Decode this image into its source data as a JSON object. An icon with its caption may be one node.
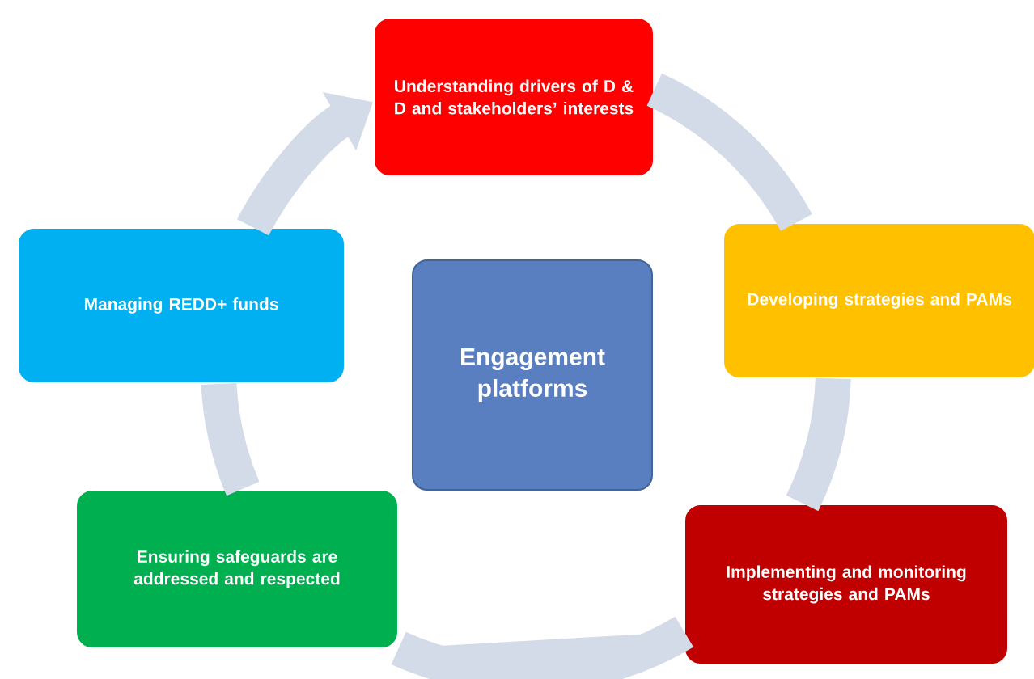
{
  "diagram": {
    "nodes": [
      {
        "text": [
          "Understanding drivers of D & D and stakeholders’ interests"
        ]
      },
      {
        "text": [
          "Managing REDD+ funds"
        ]
      },
      {
        "text": [
          "Engagement platforms"
        ]
      },
      {
        "text": [
          "Developing strategies and PAMs"
        ]
      },
      {
        "text": [
          "Ensuring safeguards are addressed and respected"
        ]
      },
      {
        "text": [
          "Implementing and monitoring strategies and PAMs"
        ]
      }
    ],
    "edges": [
      {
        "from": 0,
        "to": 3,
        "arrow": "none"
      },
      {
        "from": 3,
        "to": 5,
        "arrow": "none"
      },
      {
        "from": 5,
        "to": 4,
        "arrow": "none"
      },
      {
        "from": 4,
        "to": 1,
        "arrow": "none"
      },
      {
        "from": 1,
        "to": 0,
        "arrow": "to"
      }
    ]
  }
}
